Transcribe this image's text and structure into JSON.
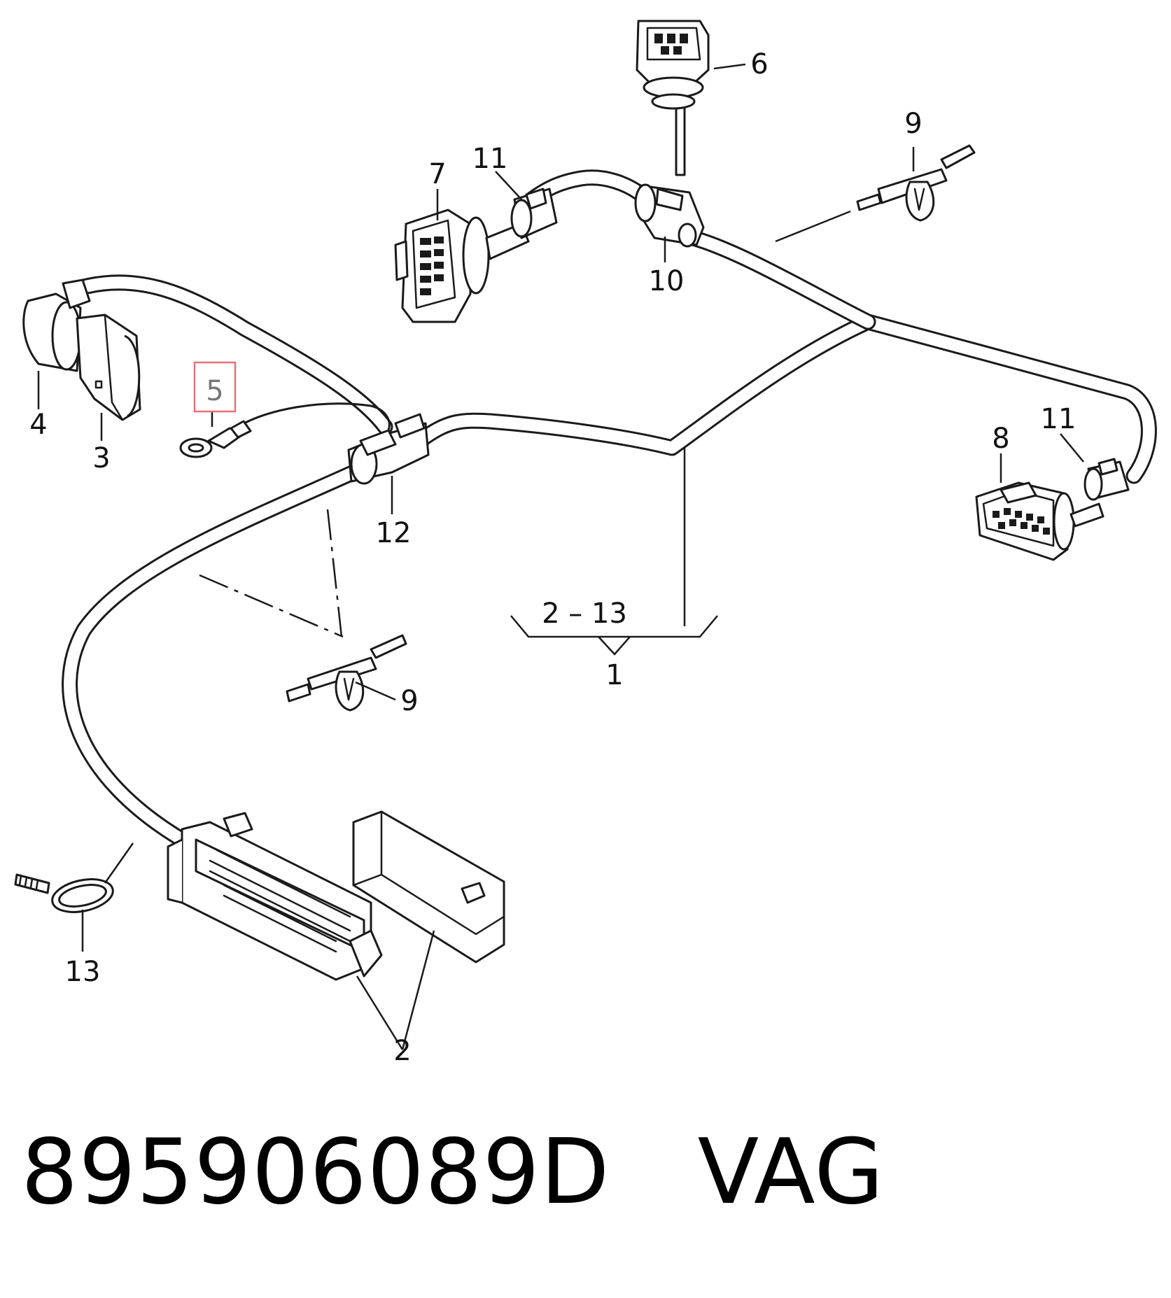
{
  "footer": {
    "part_number_line": "895906089D   VAG"
  },
  "callouts": {
    "c1": "1",
    "c2": "2",
    "c2_13": "2 – 13",
    "c3": "3",
    "c4": "4",
    "c5": "5",
    "c6": "6",
    "c7": "7",
    "c8": "8",
    "c9a": "9",
    "c9b": "9",
    "c10": "10",
    "c11a": "11",
    "c11b": "11",
    "c12": "12",
    "c13": "13"
  },
  "highlight": {
    "callout": "5",
    "color": "#e8707a"
  },
  "colors": {
    "line": "#1a1a1a",
    "background": "#ffffff"
  }
}
